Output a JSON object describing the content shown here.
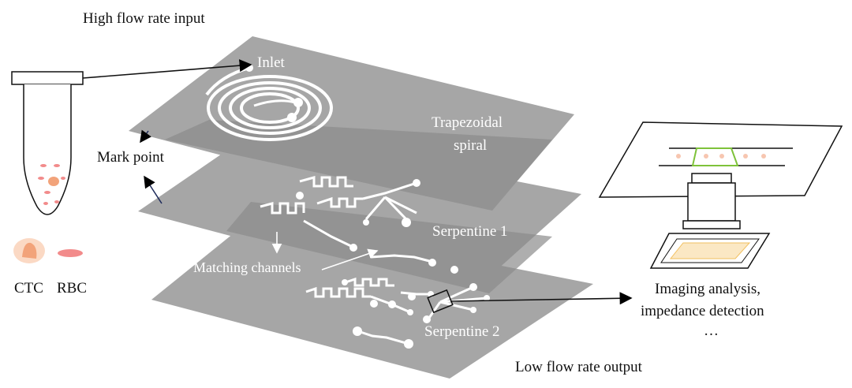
{
  "labels": {
    "high_flow_input": "High flow rate input",
    "inlet": "Inlet",
    "trapezoidal_spiral_line1": "Trapezoidal",
    "trapezoidal_spiral_line2": "spiral",
    "mark_point": "Mark point",
    "serpentine_1": "Serpentine 1",
    "matching_channels": "Matching channels",
    "serpentine_2": "Serpentine 2",
    "low_flow_output": "Low flow rate output",
    "imaging_line1": "Imaging analysis,",
    "imaging_line2": "impedance detection",
    "imaging_line3": "…",
    "ctc": "CTC",
    "rbc": "RBC"
  },
  "colors": {
    "layer_fill": "#a6a6a6",
    "layer_overlap": "#8a8a8a",
    "channel": "#ffffff",
    "ctc": "#f2a37a",
    "rbc": "#f28b8b",
    "chip_frame_green": "#7ec23a",
    "chip_window": "#fbe8c4"
  }
}
